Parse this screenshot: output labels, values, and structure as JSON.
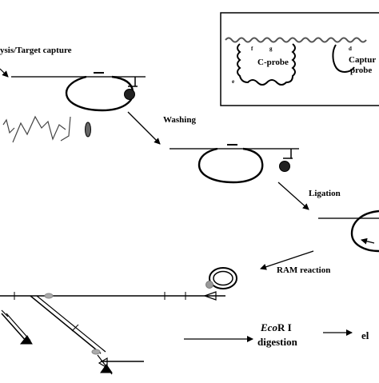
{
  "labels": {
    "lysis": "ysis/Target capture",
    "washing": "Washing",
    "ligation": "Ligation",
    "ram": "RAM reaction",
    "ecor_italic": "Eco",
    "ecor_rest": "R I",
    "digestion": "digestion",
    "el": "el"
  },
  "inset": {
    "cprobe": "C-probe",
    "capture_line1": "Captur",
    "capture_line2": "probe",
    "letter_e": "e",
    "letter_f": "f",
    "letter_g": "g",
    "letter_d": "d"
  }
}
